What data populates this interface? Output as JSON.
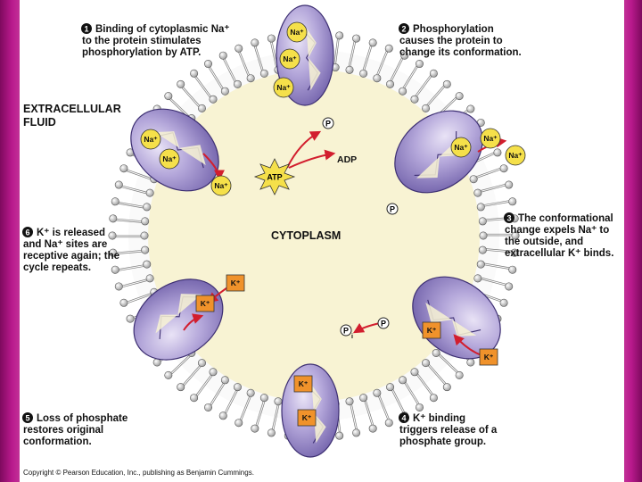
{
  "region_labels": {
    "extracellular_line1": "EXTRACELLULAR",
    "extracellular_line2": "FLUID",
    "cytoplasm": "CYTOPLASM"
  },
  "steps": [
    {
      "number": "1",
      "lines": [
        "Binding of cytoplasmic Na⁺",
        "to the protein stimulates",
        "phosphorylation by ATP."
      ]
    },
    {
      "number": "2",
      "lines": [
        "Phosphorylation",
        "causes the protein to",
        "change its conformation."
      ]
    },
    {
      "number": "3",
      "lines": [
        "The conformational",
        "change expels Na⁺ to",
        "the outside, and",
        "extracellular K⁺ binds."
      ]
    },
    {
      "number": "4",
      "lines": [
        "K⁺ binding",
        "triggers release of a",
        "phosphate group."
      ]
    },
    {
      "number": "5",
      "lines": [
        "Loss of phosphate",
        "restores original",
        "conformation."
      ]
    },
    {
      "number": "6",
      "lines": [
        "K⁺ is released",
        "and Na⁺ sites are",
        "receptive again; the",
        "cycle repeats."
      ]
    }
  ],
  "molecules": {
    "atp": "ATP",
    "adp": "ADP",
    "phosphate": "P",
    "inorganic_phosphate_sub": "i",
    "sodium": "Na⁺",
    "potassium": "K⁺"
  },
  "copyright": "Copyright © Pearson Education, Inc., publishing as Benjamin Cummings.",
  "colors": {
    "background_magenta": "#a8127e",
    "panel": "#ffffff",
    "cytoplasm_fill": "#f8f3d3",
    "membrane_head": "#bdbdbd",
    "protein_purple": "#9c8cc8",
    "ion_yellow": "#f5e04a",
    "potassium_orange": "#f0922b",
    "arrow_red": "#d21e2e"
  }
}
